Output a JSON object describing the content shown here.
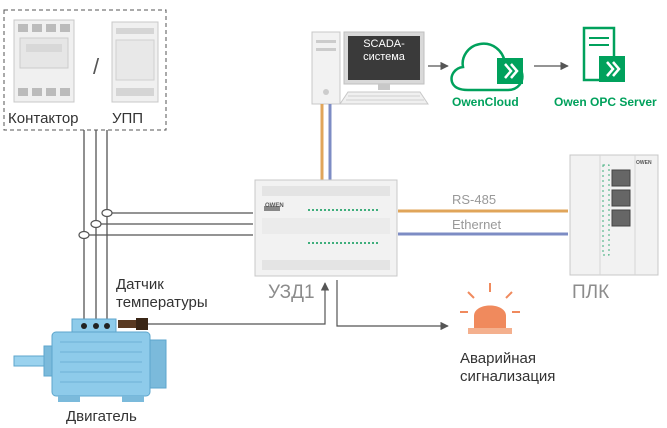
{
  "labels": {
    "contactor": "Контактор",
    "upp": "УПП",
    "separator": "/",
    "scada_line1": "SCADA-",
    "scada_line2": "система",
    "owencloud": "OwenCloud",
    "owen_opc": "Owen OPC Server",
    "rs485": "RS-485",
    "ethernet": "Ethernet",
    "uzd1": "УЗД1",
    "plc": "ПЛК",
    "sensor_line1": "Датчик",
    "sensor_line2": "температуры",
    "alarm_line1": "Аварийная",
    "alarm_line2": "сигнализация",
    "motor": "Двигатель",
    "device_brand": "OWEN"
  },
  "colors": {
    "rs485_line": "#e0a55a",
    "ethernet_line": "#7d8cc4",
    "owen_green": "#00a15c",
    "motor_blue": "#8ecbea",
    "alarm_orange": "#f08a5d"
  }
}
